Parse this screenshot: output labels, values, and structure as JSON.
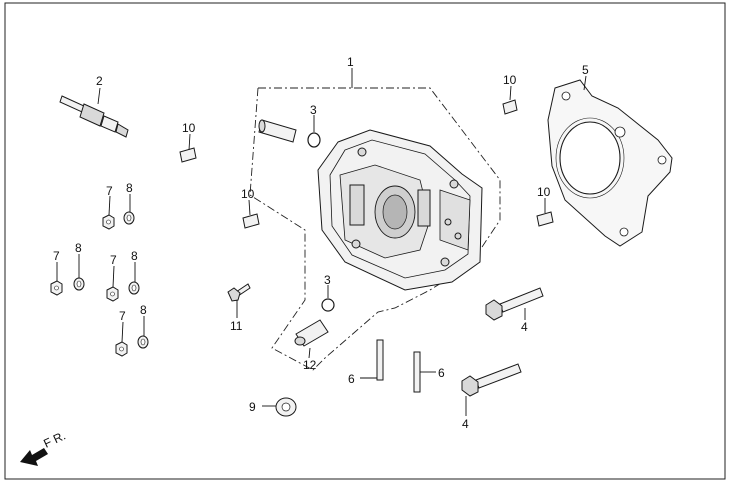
{
  "colors": {
    "ink": "#111111",
    "part_fill": "#f2f2f2",
    "background": "#ffffff"
  },
  "callouts": {
    "c1": "1",
    "c2": "2",
    "c3a": "3",
    "c3b": "3",
    "c4a": "4",
    "c4b": "4",
    "c5": "5",
    "c6a": "6",
    "c6b": "6",
    "c7a": "7",
    "c7b": "7",
    "c7c": "7",
    "c7d": "7",
    "c8a": "8",
    "c8b": "8",
    "c8c": "8",
    "c8d": "8",
    "c9": "9",
    "c10a": "10",
    "c10b": "10",
    "c10c": "10",
    "c10d": "10",
    "c11": "11",
    "c12": "12"
  },
  "direction": {
    "label": "F R.",
    "icon": "front-arrow-icon"
  }
}
